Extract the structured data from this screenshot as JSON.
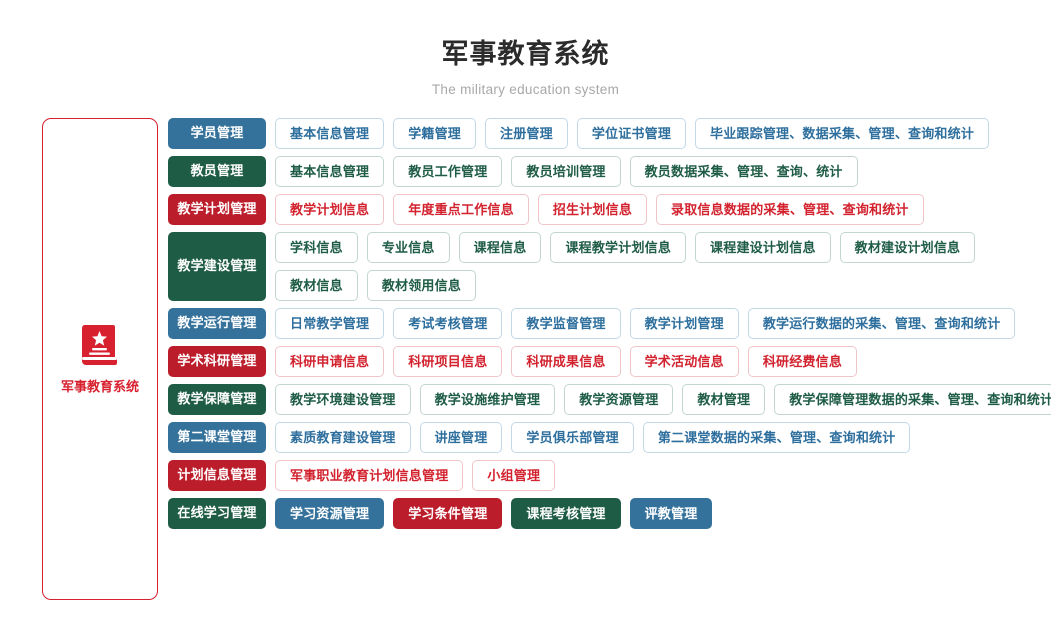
{
  "header": {
    "title": "军事教育系统",
    "subtitle": "The military education system"
  },
  "sidebar": {
    "icon": "book-star-icon",
    "label": "军事教育系统",
    "border_color": "#d7212f",
    "text_color": "#d7212f"
  },
  "palette": {
    "blue": "#35729b",
    "green": "#1f5c46",
    "red": "#bb1d2b",
    "blue_border": "#c3d8e6",
    "green_border": "#c2d6ce",
    "red_border": "#f0c5c9",
    "blue_text": "#2e6f9e",
    "green_text": "#1f5c46",
    "red_text": "#d2232f"
  },
  "rows": [
    {
      "category": "学员管理",
      "color": "blue",
      "style": "outline",
      "lines": [
        [
          "基本信息管理",
          "学籍管理",
          "注册管理",
          "学位证书管理",
          "毕业跟踪管理、数据采集、管理、查询和统计"
        ]
      ]
    },
    {
      "category": "教员管理",
      "color": "green",
      "style": "outline",
      "lines": [
        [
          "基本信息管理",
          "教员工作管理",
          "教员培训管理",
          "教员数据采集、管理、查询、统计"
        ]
      ]
    },
    {
      "category": "教学计划管理",
      "color": "red",
      "style": "outline",
      "lines": [
        [
          "教学计划信息",
          "年度重点工作信息",
          "招生计划信息",
          "录取信息数据的采集、管理、查询和统计"
        ]
      ]
    },
    {
      "category": "教学建设管理",
      "color": "green",
      "style": "outline",
      "lines": [
        [
          "学科信息",
          "专业信息",
          "课程信息",
          "课程教学计划信息",
          "课程建设计划信息",
          "教材建设计划信息"
        ],
        [
          "教材信息",
          "教材领用信息"
        ]
      ]
    },
    {
      "category": "教学运行管理",
      "color": "blue",
      "style": "outline",
      "lines": [
        [
          "日常教学管理",
          "考试考核管理",
          "教学监督管理",
          "教学计划管理",
          "教学运行数据的采集、管理、查询和统计"
        ]
      ]
    },
    {
      "category": "学术科研管理",
      "color": "red",
      "style": "outline",
      "lines": [
        [
          "科研申请信息",
          "科研项目信息",
          "科研成果信息",
          "学术活动信息",
          "科研经费信息"
        ]
      ]
    },
    {
      "category": "教学保障管理",
      "color": "green",
      "style": "outline",
      "lines": [
        [
          "教学环境建设管理",
          "教学设施维护管理",
          "教学资源管理",
          "教材管理",
          "教学保障管理数据的采集、管理、查询和统计"
        ]
      ]
    },
    {
      "category": "第二课堂管理",
      "color": "blue",
      "style": "outline",
      "lines": [
        [
          "素质教育建设管理",
          "讲座管理",
          "学员俱乐部管理",
          "第二课堂数据的采集、管理、查询和统计"
        ]
      ]
    },
    {
      "category": "计划信息管理",
      "color": "red",
      "style": "outline",
      "lines": [
        [
          "军事职业教育计划信息管理",
          "小组管理"
        ]
      ]
    },
    {
      "category": "在线学习管理",
      "color": "green",
      "style": "filled",
      "lines": [
        [
          {
            "label": "学习资源管理",
            "color": "blue"
          },
          {
            "label": "学习条件管理",
            "color": "red"
          },
          {
            "label": "课程考核管理",
            "color": "green"
          },
          {
            "label": "评教管理",
            "color": "blue"
          }
        ]
      ]
    }
  ]
}
